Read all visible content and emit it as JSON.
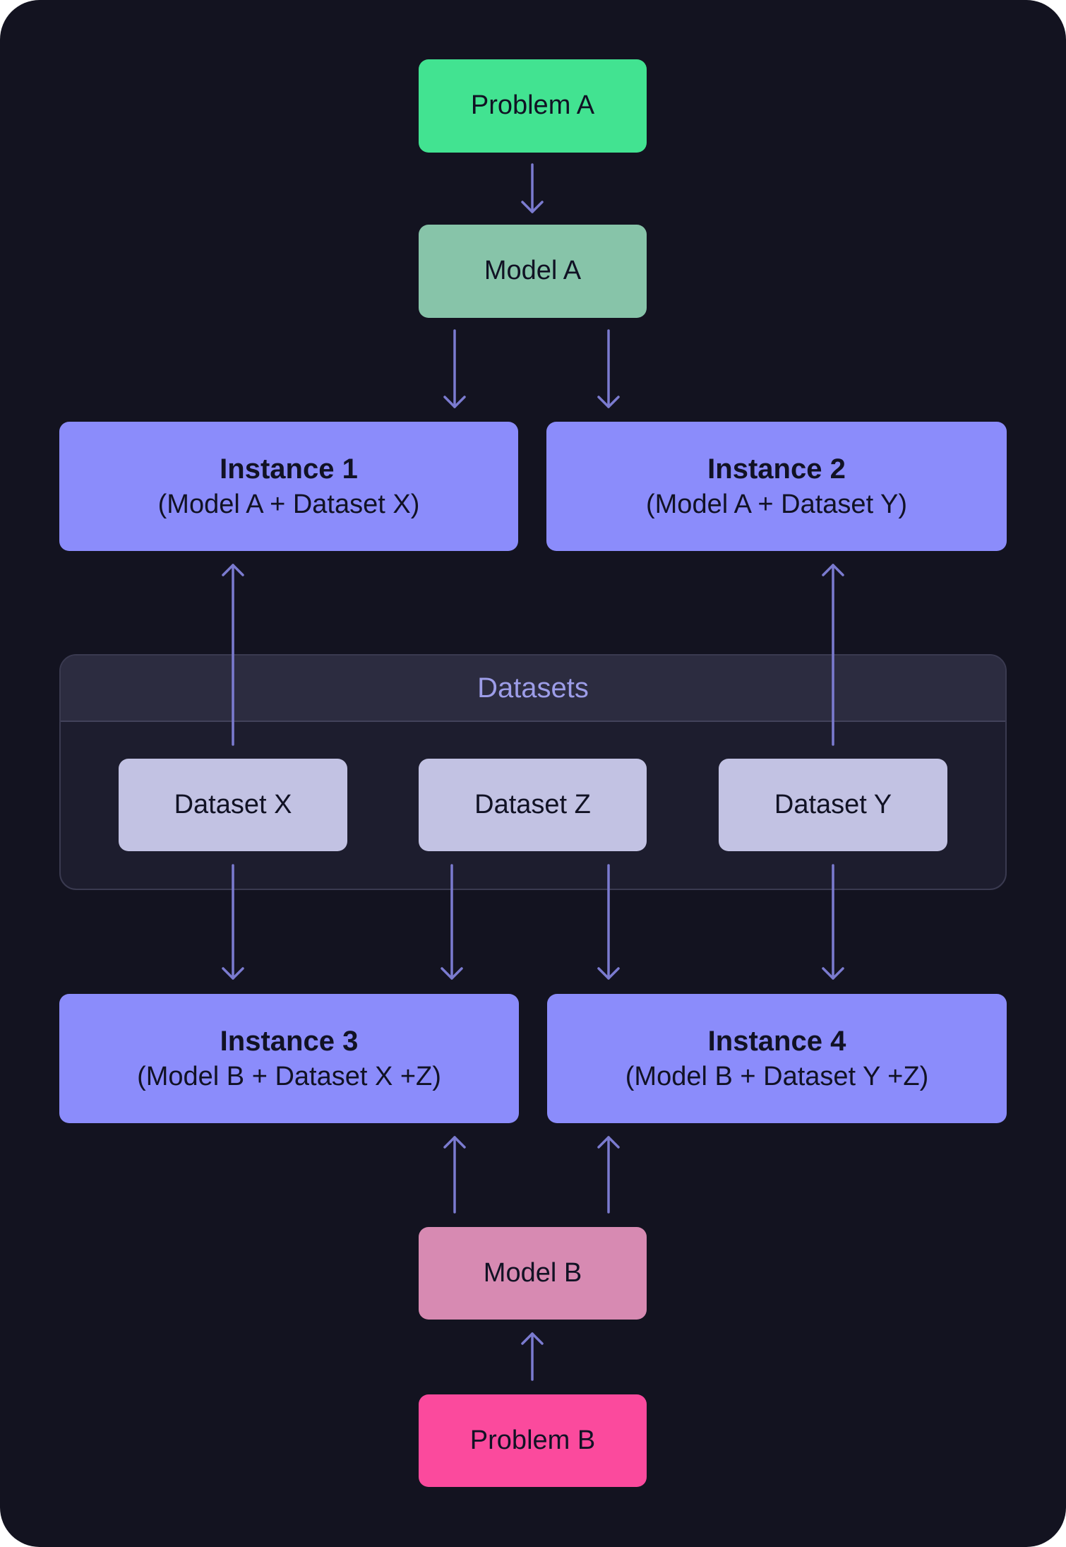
{
  "nodes": {
    "problem_a": {
      "label": "Problem A",
      "color": "#42e391"
    },
    "model_a": {
      "label": "Model A",
      "color": "#87c4a9"
    },
    "instance_1": {
      "title": "Instance 1",
      "subtitle": "(Model A + Dataset X)",
      "color": "#8b8cfb"
    },
    "instance_2": {
      "title": "Instance 2",
      "subtitle": "(Model A + Dataset Y)",
      "color": "#8b8cfb"
    },
    "instance_3": {
      "title": "Instance 3",
      "subtitle": "(Model B + Dataset X +Z)",
      "color": "#8b8cfb"
    },
    "instance_4": {
      "title": "Instance 4",
      "subtitle": "(Model B + Dataset Y +Z)",
      "color": "#8b8cfb"
    },
    "model_b": {
      "label": "Model B",
      "color": "#d78ab2"
    },
    "problem_b": {
      "label": "Problem B",
      "color": "#fb4a9d"
    }
  },
  "datasets_group": {
    "title": "Datasets",
    "title_color": "#9d9de8",
    "items": [
      {
        "label": "Dataset X",
        "color": "#c2c2e3"
      },
      {
        "label": "Dataset Z",
        "color": "#c2c2e3"
      },
      {
        "label": "Dataset Y",
        "color": "#c2c2e3"
      }
    ]
  },
  "edges": [
    {
      "from": "Problem A",
      "to": "Model A"
    },
    {
      "from": "Model A",
      "to": "Instance 1"
    },
    {
      "from": "Model A",
      "to": "Instance 2"
    },
    {
      "from": "Dataset X",
      "to": "Instance 1"
    },
    {
      "from": "Dataset Y",
      "to": "Instance 2"
    },
    {
      "from": "Dataset X",
      "to": "Instance 3"
    },
    {
      "from": "Dataset Z",
      "to": "Instance 3"
    },
    {
      "from": "Dataset Z",
      "to": "Instance 4"
    },
    {
      "from": "Dataset Y",
      "to": "Instance 4"
    },
    {
      "from": "Model B",
      "to": "Instance 3"
    },
    {
      "from": "Model B",
      "to": "Instance 4"
    },
    {
      "from": "Problem B",
      "to": "Model B"
    }
  ],
  "theme": {
    "background": "#131320",
    "arrow_color": "#7b7bd0"
  }
}
